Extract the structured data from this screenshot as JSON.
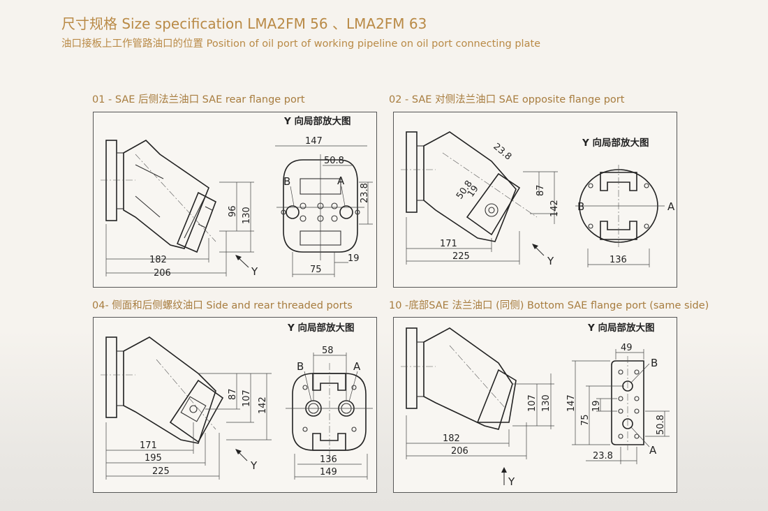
{
  "header": {
    "title": "尺寸规格 Size specification LMA2FM 56 、LMA2FM 63",
    "subtitle": "油口接板上工作管路油口的位置 Position of oil port of working pipeline on oil port connecting plate"
  },
  "panels": [
    {
      "title": "01 - SAE 后侧法兰油口 SAE rear flange port",
      "detail_title": "Y 向局部放大图",
      "dims": {
        "d182": "182",
        "d206": "206",
        "d96": "96",
        "d130": "130",
        "d147": "147",
        "d50_8": "50.8",
        "d23_8": "23.8",
        "d19": "19",
        "d75": "75"
      },
      "labels": {
        "b": "B",
        "a": "A",
        "y": "Y"
      }
    },
    {
      "title": "02 - SAE 对侧法兰油口 SAE opposite flange port",
      "detail_title": "Y 向局部放大图",
      "dims": {
        "d23_8": "23.8",
        "d50_8": "50.8",
        "d19": "19",
        "d87": "87",
        "d142": "142",
        "d171": "171",
        "d225": "225",
        "d136": "136"
      },
      "labels": {
        "b": "B",
        "a": "A",
        "y": "Y"
      }
    },
    {
      "title": "04- 侧面和后侧螺纹油口 Side and rear threaded ports",
      "detail_title": "Y 向局部放大图",
      "dims": {
        "d87": "87",
        "d107": "107",
        "d142": "142",
        "d171": "171",
        "d195": "195",
        "d225": "225",
        "d58": "58",
        "d136": "136",
        "d149": "149"
      },
      "labels": {
        "b": "B",
        "a": "A",
        "y": "Y"
      }
    },
    {
      "title": "10 -底部SAE 法兰油口 (同侧) Bottom SAE flange port (same side)",
      "detail_title": "Y 向局部放大图",
      "dims": {
        "d107": "107",
        "d130": "130",
        "d182": "182",
        "d206": "206",
        "d49": "49",
        "d147": "147",
        "d75": "75",
        "d19": "19",
        "d50_8": "50.8",
        "d23_8": "23.8"
      },
      "labels": {
        "b": "B",
        "a": "A",
        "y": "Y"
      }
    }
  ]
}
